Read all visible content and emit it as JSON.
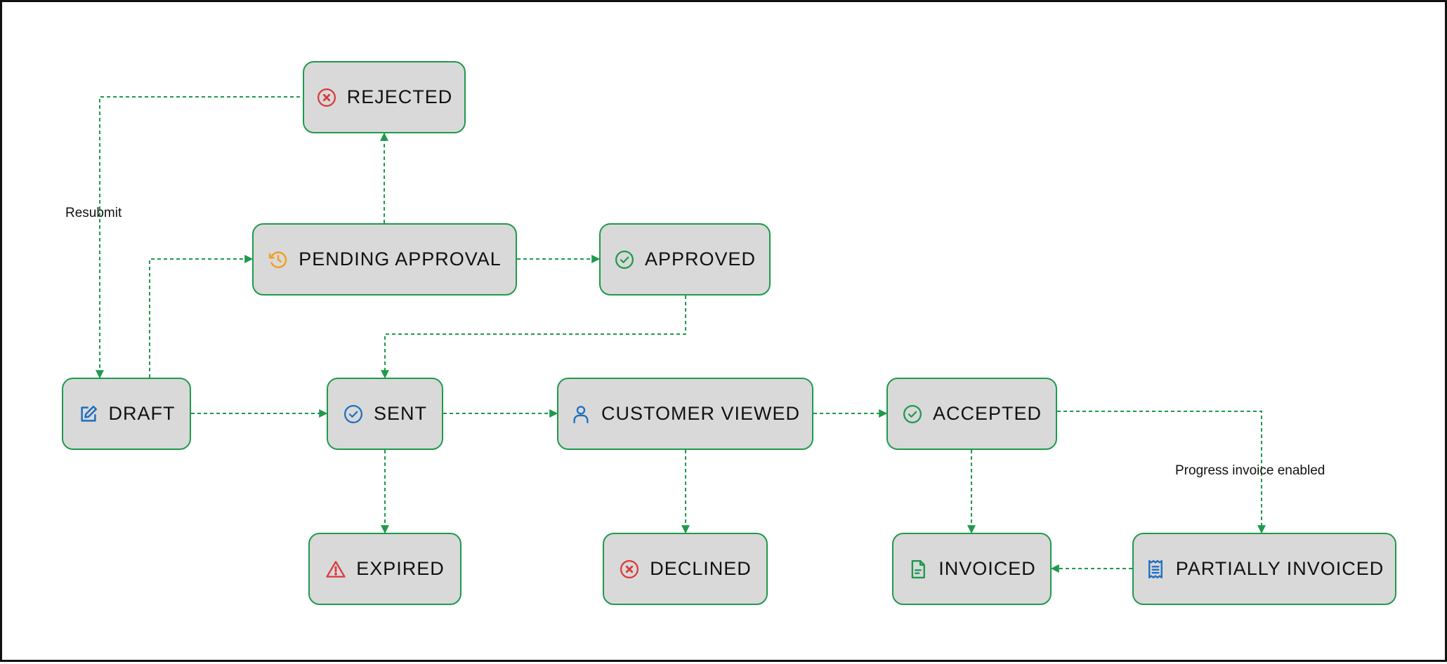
{
  "diagram": {
    "nodes": {
      "rejected": {
        "label": "REJECTED",
        "icon": "x-circle-icon",
        "color": "#d83a3a"
      },
      "pending": {
        "label": "PENDING APPROVAL",
        "icon": "clock-history-icon",
        "color": "#f0a020"
      },
      "approved": {
        "label": "APPROVED",
        "icon": "check-circle-icon",
        "color": "#1e9a4c"
      },
      "draft": {
        "label": "DRAFT",
        "icon": "edit-icon",
        "color": "#1f6fbf"
      },
      "sent": {
        "label": "SENT",
        "icon": "check-circle-icon",
        "color": "#1f6fbf"
      },
      "viewed": {
        "label": "CUSTOMER VIEWED",
        "icon": "user-icon",
        "color": "#1f6fbf"
      },
      "accepted": {
        "label": "ACCEPTED",
        "icon": "check-circle-icon",
        "color": "#1e9a4c"
      },
      "expired": {
        "label": "EXPIRED",
        "icon": "warning-icon",
        "color": "#d83a3a"
      },
      "declined": {
        "label": "DECLINED",
        "icon": "x-circle-icon",
        "color": "#d83a3a"
      },
      "invoiced": {
        "label": "INVOICED",
        "icon": "document-icon",
        "color": "#1e9a4c"
      },
      "partial": {
        "label": "PARTIALLY INVOICED",
        "icon": "receipt-icon",
        "color": "#1f6fbf"
      }
    },
    "edges": [
      {
        "from": "rejected",
        "to": "draft",
        "label": "Resubmit"
      },
      {
        "from": "draft",
        "to": "pending",
        "label": ""
      },
      {
        "from": "pending",
        "to": "rejected",
        "label": ""
      },
      {
        "from": "pending",
        "to": "approved",
        "label": ""
      },
      {
        "from": "approved",
        "to": "sent",
        "label": ""
      },
      {
        "from": "draft",
        "to": "sent",
        "label": ""
      },
      {
        "from": "sent",
        "to": "viewed",
        "label": ""
      },
      {
        "from": "viewed",
        "to": "accepted",
        "label": ""
      },
      {
        "from": "sent",
        "to": "expired",
        "label": ""
      },
      {
        "from": "viewed",
        "to": "declined",
        "label": ""
      },
      {
        "from": "accepted",
        "to": "invoiced",
        "label": ""
      },
      {
        "from": "accepted",
        "to": "partial",
        "label": "Progress invoice enabled"
      },
      {
        "from": "partial",
        "to": "invoiced",
        "label": ""
      }
    ],
    "edge_labels": {
      "resubmit": "Resubmit",
      "progress": "Progress invoice enabled"
    },
    "colors": {
      "border": "#1e9a4c",
      "line": "#1e9a4c",
      "fill": "#d9d9d9",
      "frame": "#111111"
    }
  }
}
